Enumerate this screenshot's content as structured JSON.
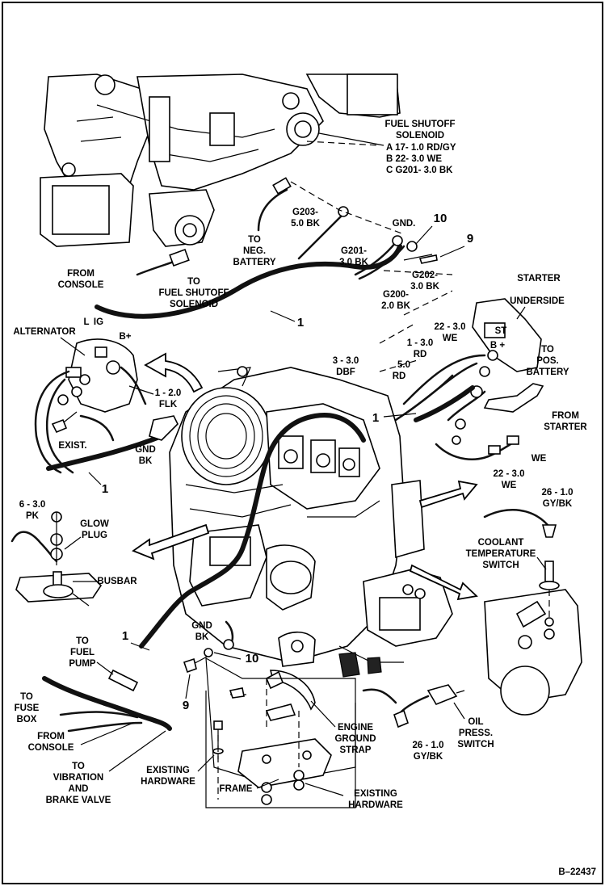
{
  "labels": {
    "fuel_shutoff_title_1": "FUEL SHUTOFF",
    "fuel_shutoff_title_2": "SOLENOID",
    "fuel_shutoff_a": "A   17- 1.0 RD/GY",
    "fuel_shutoff_b": "B   22- 3.0 WE",
    "fuel_shutoff_c": "C   G201- 3.0 BK",
    "g203_1": "G203-",
    "g203_2": "5.0 BK",
    "gnd_top": "GND.",
    "callout_10_top": "10",
    "callout_9_top": "9",
    "to_neg_1": "TO",
    "to_neg_2": "NEG.",
    "to_neg_3": "BATTERY",
    "g201_1": "G201-",
    "g201_2": "3.0 BK",
    "g202_1": "G202-",
    "g202_2": "3.0 BK",
    "g200_1": "G200-",
    "g200_2": "2.0 BK",
    "from_console_top_1": "FROM",
    "from_console_top_2": "CONSOLE",
    "to_fuel_shutoff_1": "TO",
    "to_fuel_shutoff_2": "FUEL SHUTOFF",
    "to_fuel_shutoff_3": "SOLENOID",
    "callout_1_top": "1",
    "starter": "STARTER",
    "underside": "UNDERSIDE",
    "st": "ST",
    "b_plus_starter": "B +",
    "w22_1": "22 - 3.0",
    "w22_2": "WE",
    "w1_1": "1 - 3.0",
    "w1_2": "RD",
    "w3_1": "3 - 3.0",
    "w3_2": "DBF",
    "w5_1": "5.0",
    "w5_2": "RD",
    "to_pos_1": "TO",
    "to_pos_2": "POS.",
    "to_pos_3": "BATTERY",
    "from_starter_1": "FROM",
    "from_starter_2": "STARTER",
    "we": "WE",
    "w22b_1": "22 - 3.0",
    "w22b_2": "WE",
    "callout_1_starter": "1",
    "alternator": "ALTERNATOR",
    "l": "L",
    "ig": "IG",
    "b_plus_alt": "B+",
    "w1flk_1": "1 - 2.0",
    "w1flk_2": "FLK",
    "exist": "EXIST.",
    "gnd_bk_alt_1": "GND",
    "gnd_bk_alt_2": "BK",
    "callout_1_alt": "1",
    "w6_1": "6 - 3.0",
    "w6_2": "PK",
    "glow_1": "GLOW",
    "glow_2": "PLUG",
    "busbar": "BUSBAR",
    "w26_top_1": "26 - 1.0",
    "w26_top_2": "GY/BK",
    "coolant_1": "COOLANT",
    "coolant_2": "TEMPERATURE",
    "coolant_3": "SWITCH",
    "callout_1_left": "1",
    "to_fuel_pump_1": "TO",
    "to_fuel_pump_2": "FUEL",
    "to_fuel_pump_3": "PUMP",
    "gnd_bk_bottom_1": "GND",
    "gnd_bk_bottom_2": "BK",
    "callout_10_bottom": "10",
    "callout_9_bottom": "9",
    "to_fuse_1": "TO",
    "to_fuse_2": "FUSE",
    "to_fuse_3": "BOX",
    "from_console_bottom_1": "FROM",
    "from_console_bottom_2": "CONSOLE",
    "to_vib_1": "TO",
    "to_vib_2": "VIBRATION",
    "to_vib_3": "AND",
    "to_vib_4": "BRAKE VALVE",
    "engine_ground_1": "ENGINE",
    "engine_ground_2": "GROUND",
    "engine_ground_3": "STRAP",
    "existing_hw_left_1": "EXISTING",
    "existing_hw_left_2": "HARDWARE",
    "frame": "FRAME",
    "existing_hw_right_1": "EXISTING",
    "existing_hw_right_2": "HARDWARE",
    "oil_1": "OIL",
    "oil_2": "PRESS.",
    "oil_3": "SWITCH",
    "w26_bottom_1": "26 - 1.0",
    "w26_bottom_2": "GY/BK",
    "figure_id": "B–22437"
  }
}
